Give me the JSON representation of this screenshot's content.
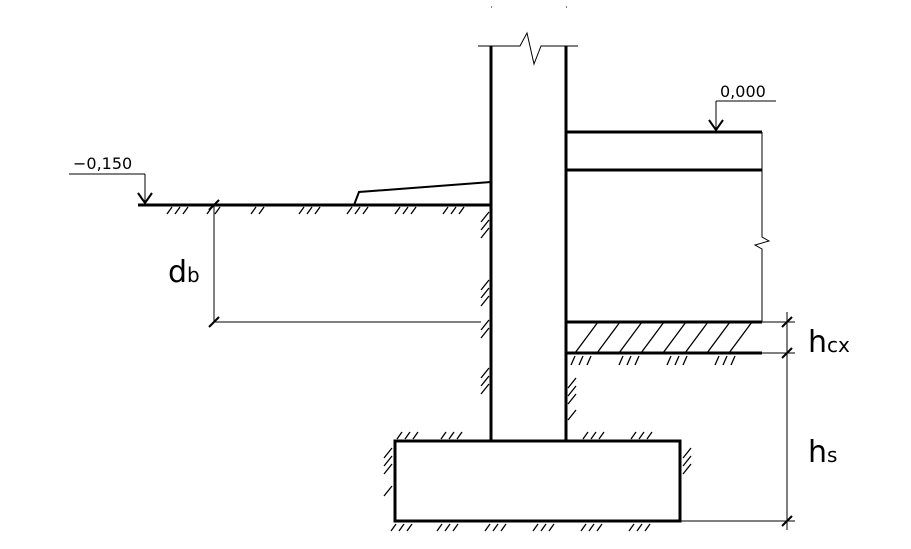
{
  "levels": {
    "ground": "−0,150",
    "floor": "0,000"
  },
  "dimensions": {
    "depth": {
      "main": "d",
      "sub": "b"
    },
    "slab": {
      "main": "h",
      "sub": "cx"
    },
    "underfloor": {
      "main": "h",
      "sub": "s"
    }
  }
}
